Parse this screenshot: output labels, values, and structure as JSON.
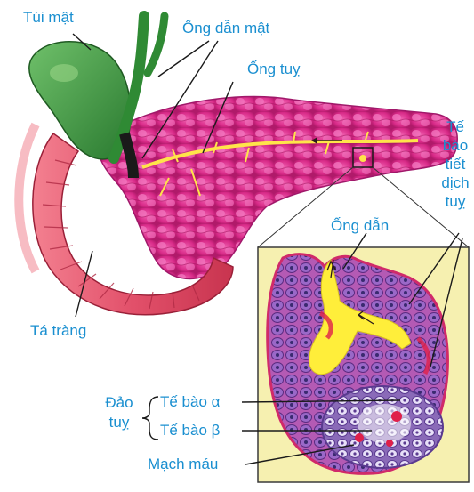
{
  "labels": {
    "gallbladder": "Túi mật",
    "bile_duct": "Ống dẫn mật",
    "pancreatic_duct": "Ống tuỵ",
    "secretory_cells": [
      "Tế",
      "bào",
      "tiết",
      "dịch",
      "tuỵ"
    ],
    "duct": "Ống dẫn",
    "duodenum": "Tá tràng",
    "islet": [
      "Đảo",
      "tuỵ"
    ],
    "alpha_cell": "Tế bào α",
    "beta_cell": "Tế bào β",
    "blood_vessel": "Mạch máu"
  },
  "colors": {
    "label_text": "#1a8fd0",
    "gallbladder": "#3a9a3a",
    "pancreas": "#e0308a",
    "duodenum": "#e8506a",
    "inset_bg": "#f6f0b0",
    "duct": "#ffef3a",
    "islet": "#7a5aa8"
  }
}
